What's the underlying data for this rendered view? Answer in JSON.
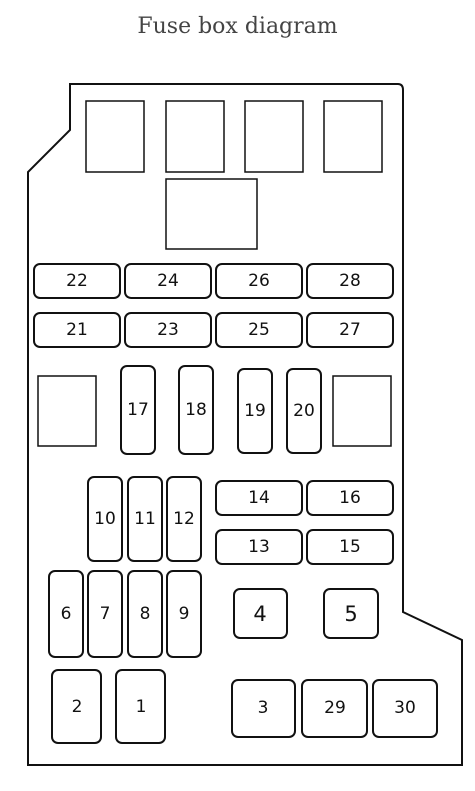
{
  "title": "Fuse box diagram",
  "colors": {
    "stroke": "#111111",
    "background": "#ffffff",
    "title": "#444444"
  },
  "fuses": {
    "f1": "1",
    "f2": "2",
    "f3": "3",
    "f4": "4",
    "f5": "5",
    "f6": "6",
    "f7": "7",
    "f8": "8",
    "f9": "9",
    "f10": "10",
    "f11": "11",
    "f12": "12",
    "f13": "13",
    "f14": "14",
    "f15": "15",
    "f16": "16",
    "f17": "17",
    "f18": "18",
    "f19": "19",
    "f20": "20",
    "f21": "21",
    "f22": "22",
    "f23": "23",
    "f24": "24",
    "f25": "25",
    "f26": "26",
    "f27": "27",
    "f28": "28",
    "f29": "29",
    "f30": "30"
  }
}
